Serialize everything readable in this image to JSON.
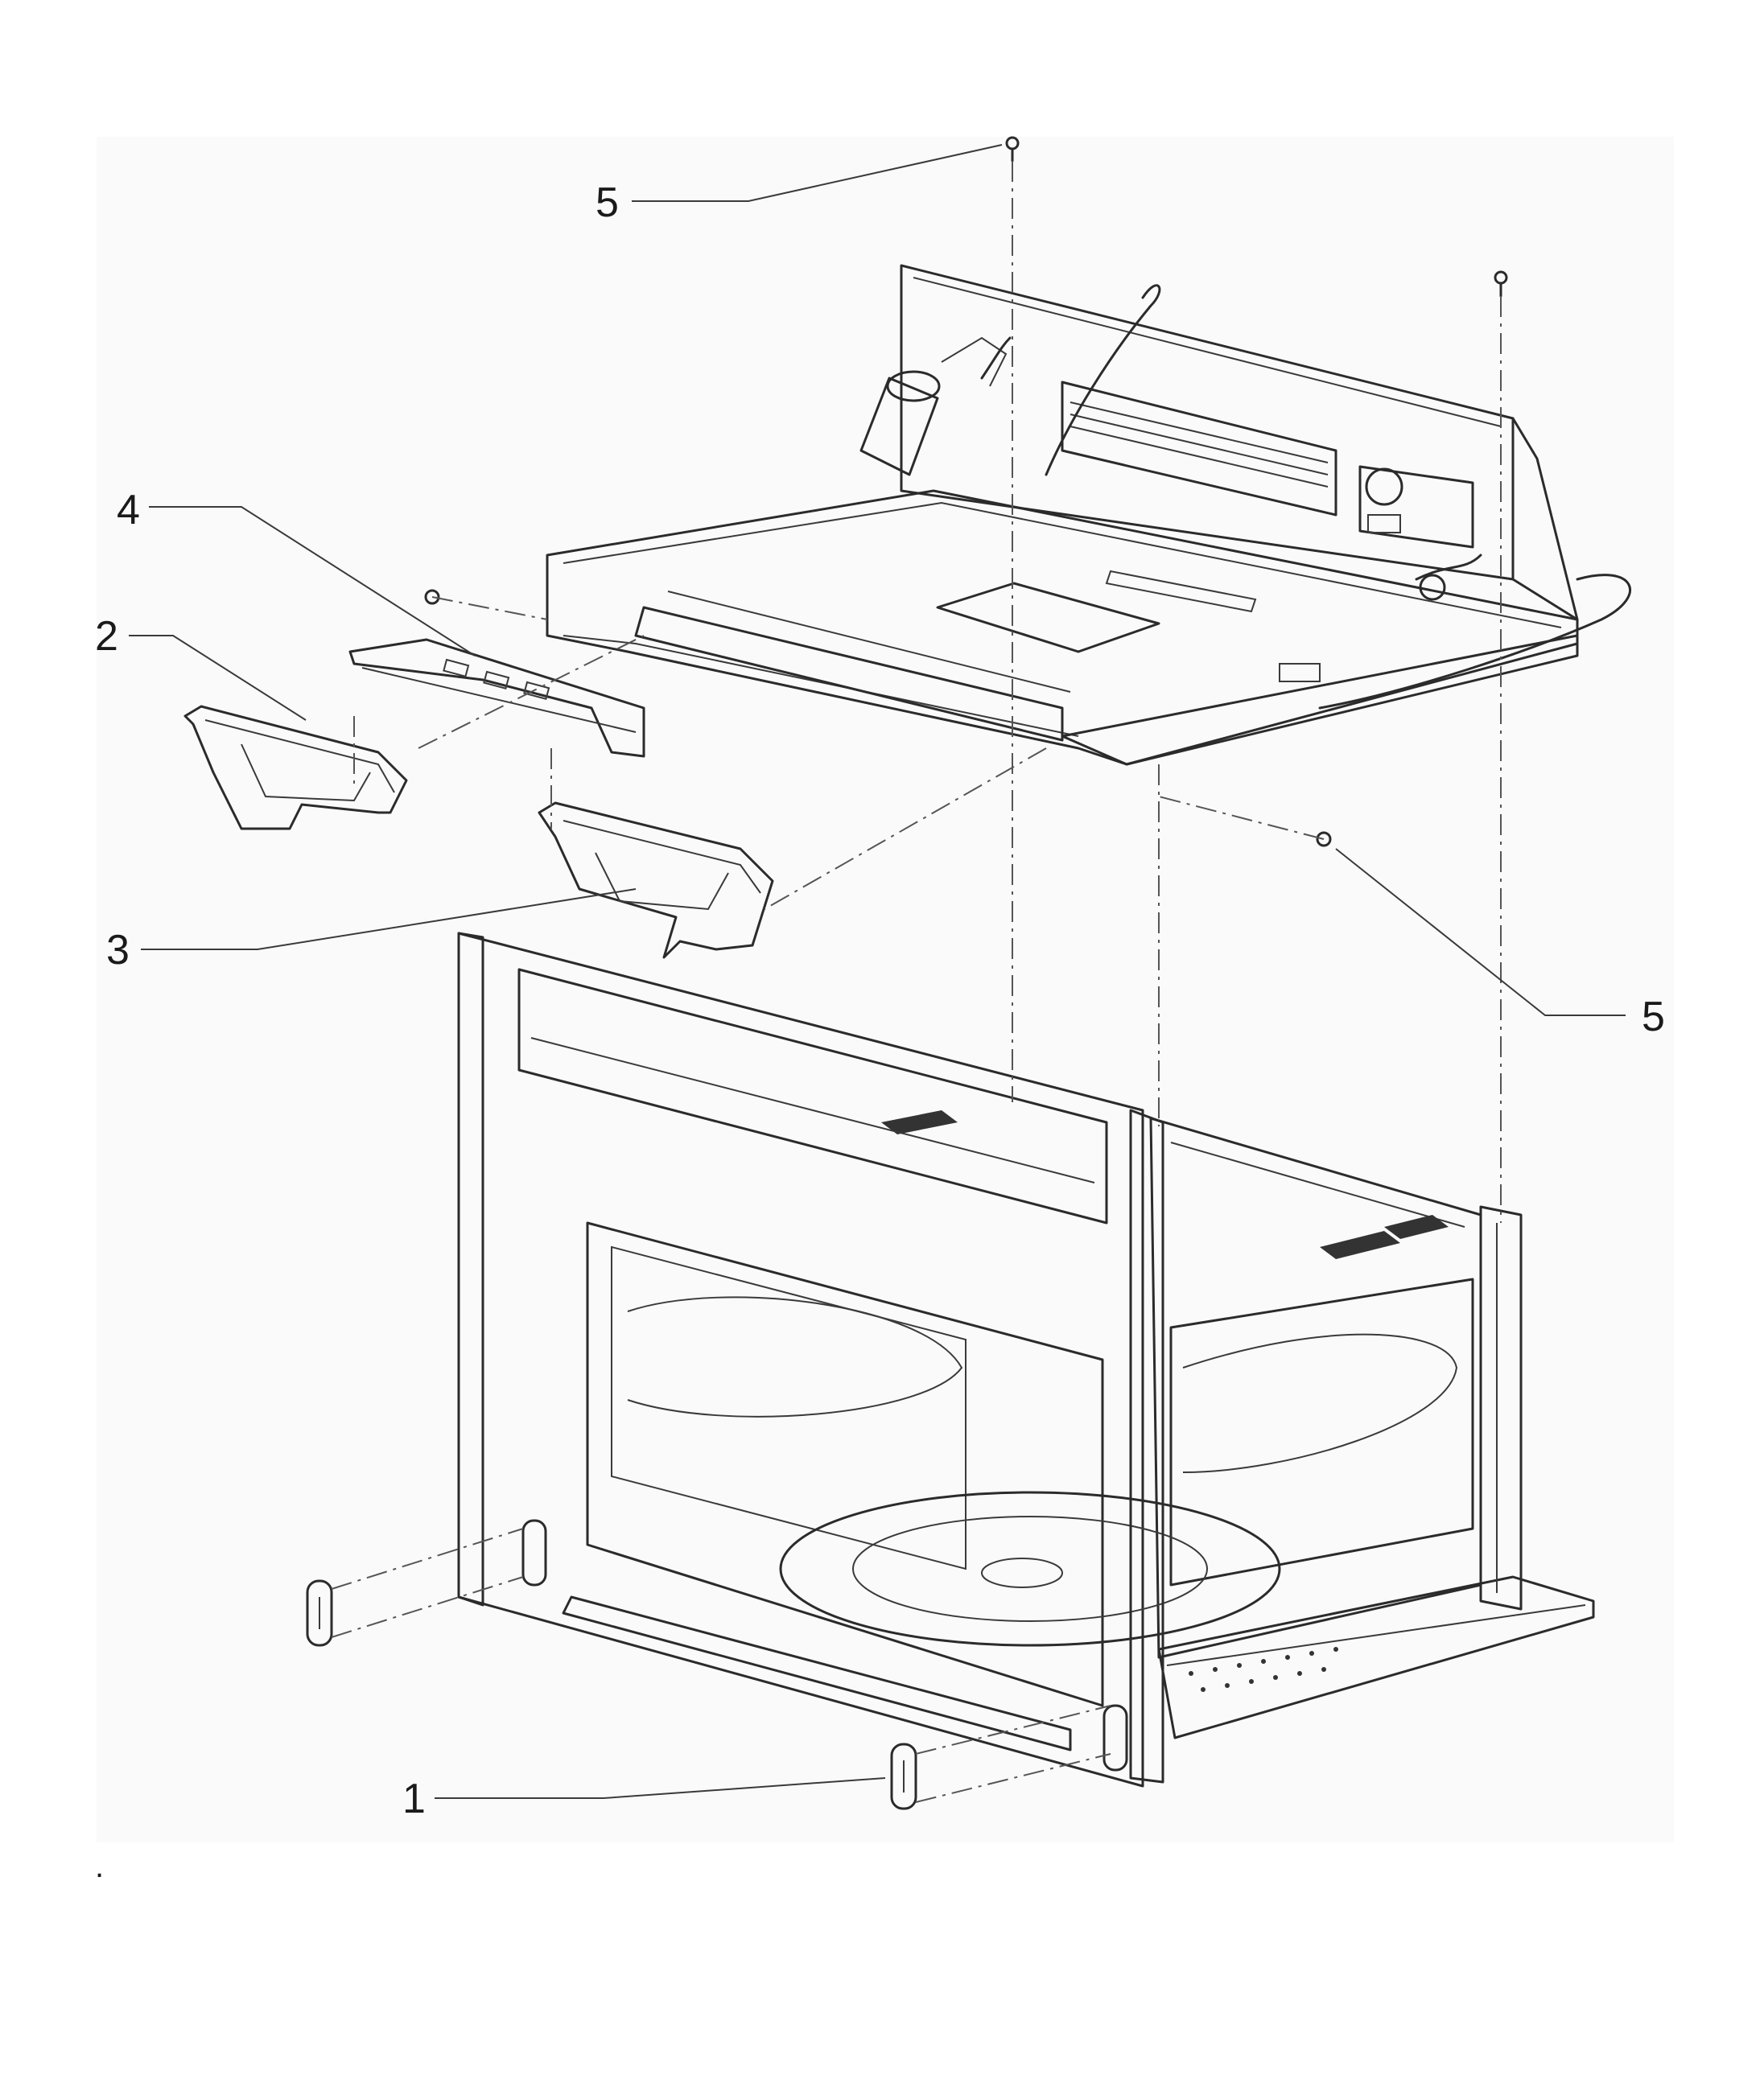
{
  "callouts": [
    {
      "id": "c5a",
      "label": "5"
    },
    {
      "id": "c4",
      "label": "4"
    },
    {
      "id": "c2",
      "label": "2"
    },
    {
      "id": "c3",
      "label": "3"
    },
    {
      "id": "c5b",
      "label": "5"
    },
    {
      "id": "c1",
      "label": "1"
    }
  ],
  "footnote": "."
}
